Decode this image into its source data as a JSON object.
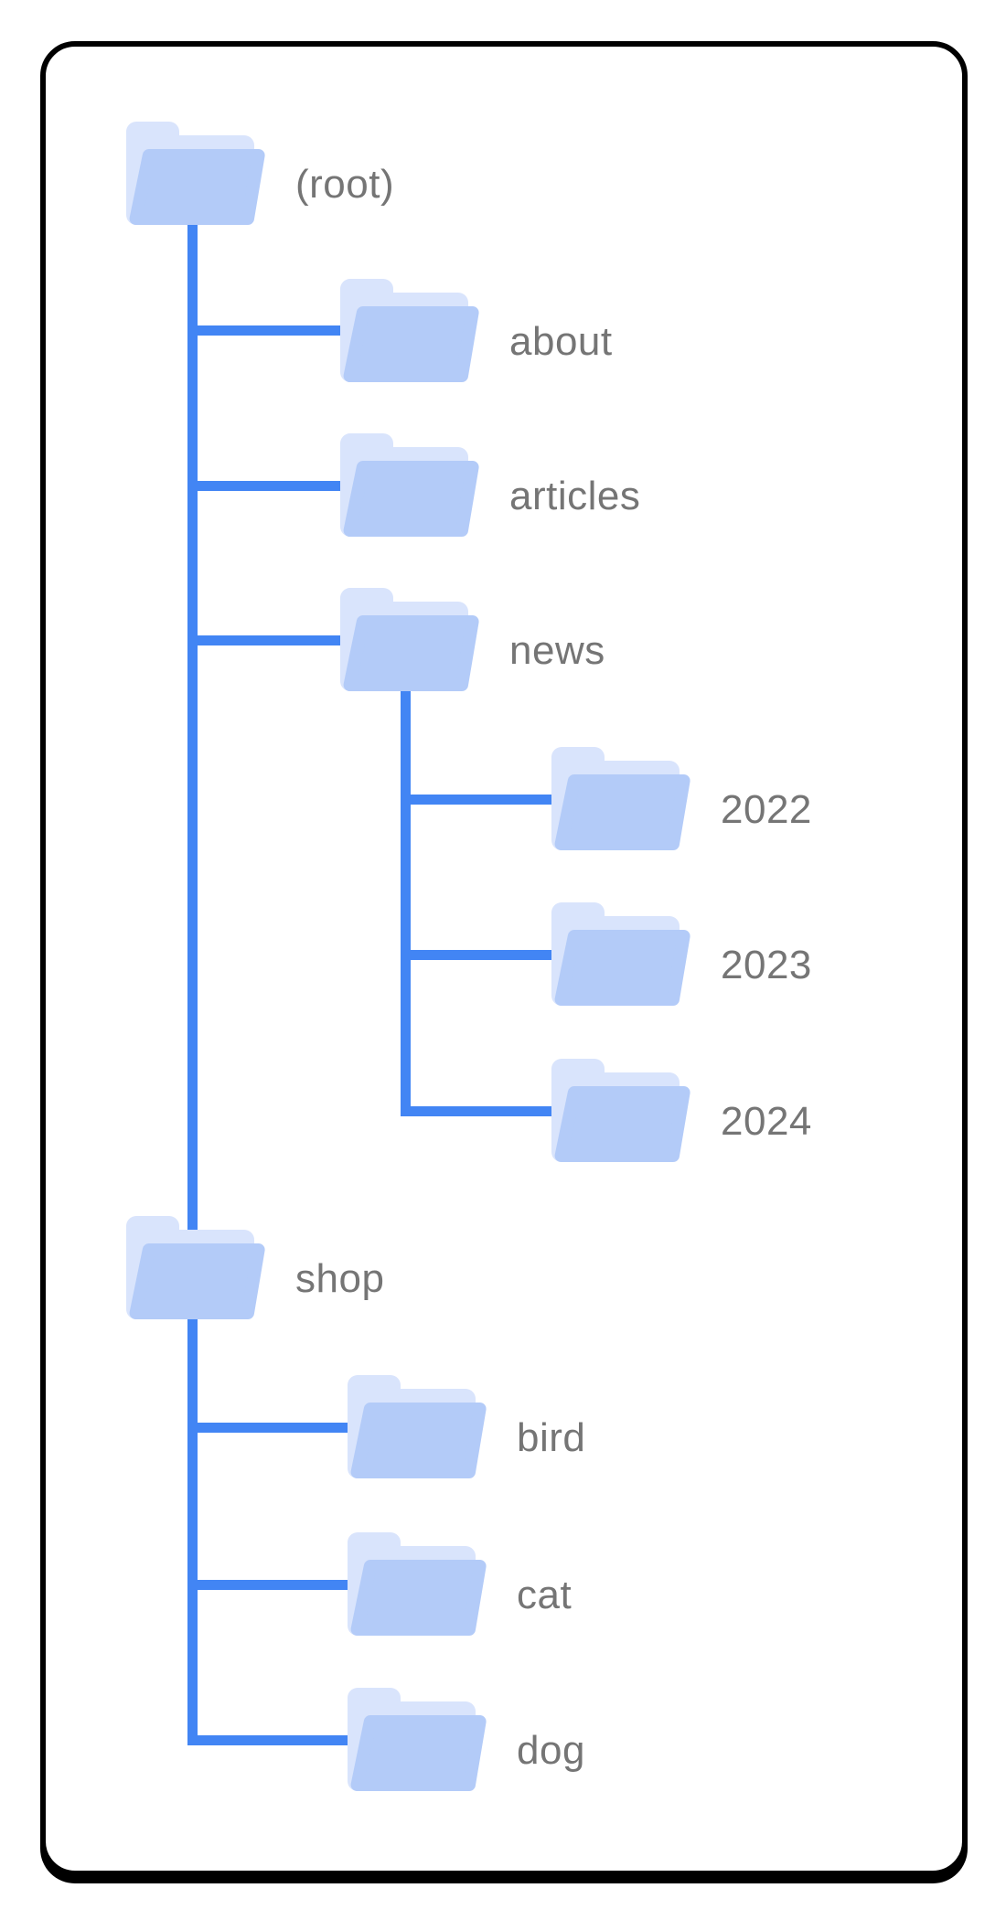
{
  "diagram": {
    "description": "site folder structure tree",
    "nodes": [
      {
        "id": "root",
        "label": "(root)",
        "level": 0,
        "parent": null
      },
      {
        "id": "about",
        "label": "about",
        "level": 1,
        "parent": "root"
      },
      {
        "id": "articles",
        "label": "articles",
        "level": 1,
        "parent": "root"
      },
      {
        "id": "news",
        "label": "news",
        "level": 1,
        "parent": "root"
      },
      {
        "id": "y2022",
        "label": "2022",
        "level": 2,
        "parent": "news"
      },
      {
        "id": "y2023",
        "label": "2023",
        "level": 2,
        "parent": "news"
      },
      {
        "id": "y2024",
        "label": "2024",
        "level": 2,
        "parent": "news"
      },
      {
        "id": "shop",
        "label": "shop",
        "level": 1,
        "parent": "root"
      },
      {
        "id": "bird",
        "label": "bird",
        "level": 2,
        "parent": "shop"
      },
      {
        "id": "cat",
        "label": "cat",
        "level": 2,
        "parent": "shop"
      },
      {
        "id": "dog",
        "label": "dog",
        "level": 2,
        "parent": "shop"
      }
    ],
    "colors": {
      "connector": "#4285f4",
      "folder_front": "#b3cbf8",
      "folder_back": "#d9e4fc",
      "label_text": "#757575",
      "card_border": "#000000",
      "card_background": "#ffffff",
      "page_background": "#ffffff"
    }
  }
}
